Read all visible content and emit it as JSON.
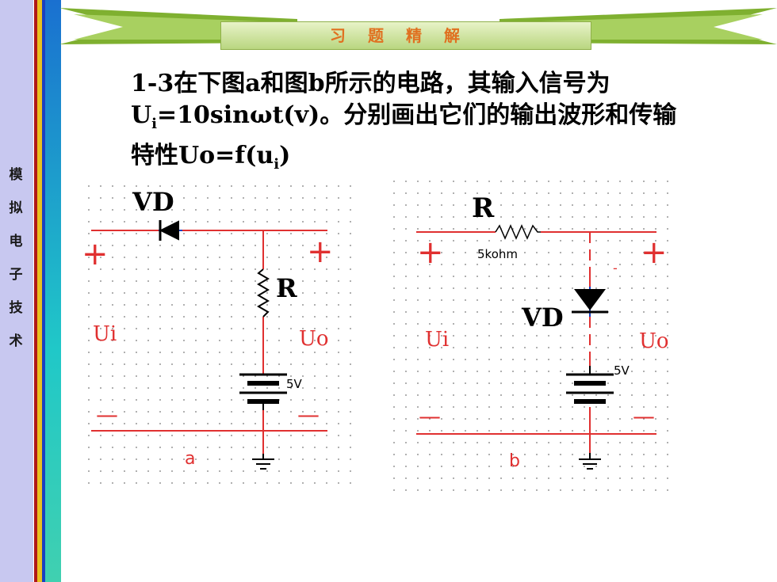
{
  "banner": {
    "title": "习题精解"
  },
  "sidebar": {
    "chars": [
      "模",
      "拟",
      "电",
      "子",
      "技",
      "术"
    ]
  },
  "problem": {
    "line1": "1-3在下图a和图b所示的电路，其输入信号为",
    "line2_pre": "U",
    "line2_sub": "i",
    "line2_post": "=10sinωt(v)。分别画出它们的输出波形和传输",
    "line3_pre": "特性Uo=f(u",
    "line3_sub": "i",
    "line3_post": ")"
  },
  "circuit_a": {
    "diode": "VD",
    "resistor": "R",
    "battery": "5V",
    "plus": "+",
    "minus": "—",
    "input": "Ui",
    "output": "Uo",
    "caption": "a"
  },
  "circuit_b": {
    "resistor": "R",
    "resistor_value": "5kohm",
    "diode": "VD",
    "battery": "5V",
    "plus": "+",
    "minus": "—",
    "input": "Ui",
    "output": "Uo",
    "caption": "b",
    "mark": "-"
  },
  "colors": {
    "wire": "#e03030",
    "diode": "#1a40c0",
    "component": "#000000",
    "sidebar": "#c8c8f0",
    "banner_green": "#7fb030",
    "title": "#e07020"
  }
}
